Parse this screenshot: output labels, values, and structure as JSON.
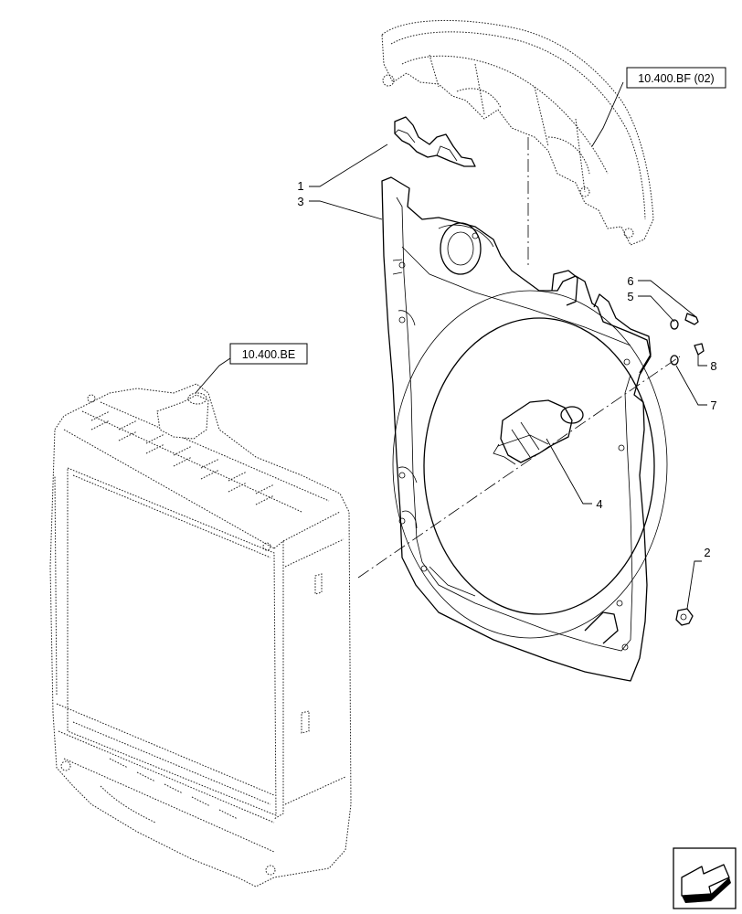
{
  "references": {
    "upper_shroud_ref": "10.400.BF (02)",
    "radiator_ref": "10.400.BE"
  },
  "callouts": {
    "c1": "1",
    "c2": "2",
    "c3": "3",
    "c4": "4",
    "c5": "5",
    "c6": "6",
    "c7": "7",
    "c8": "8"
  },
  "icons": {
    "nav": "next-page-arrow-icon"
  }
}
